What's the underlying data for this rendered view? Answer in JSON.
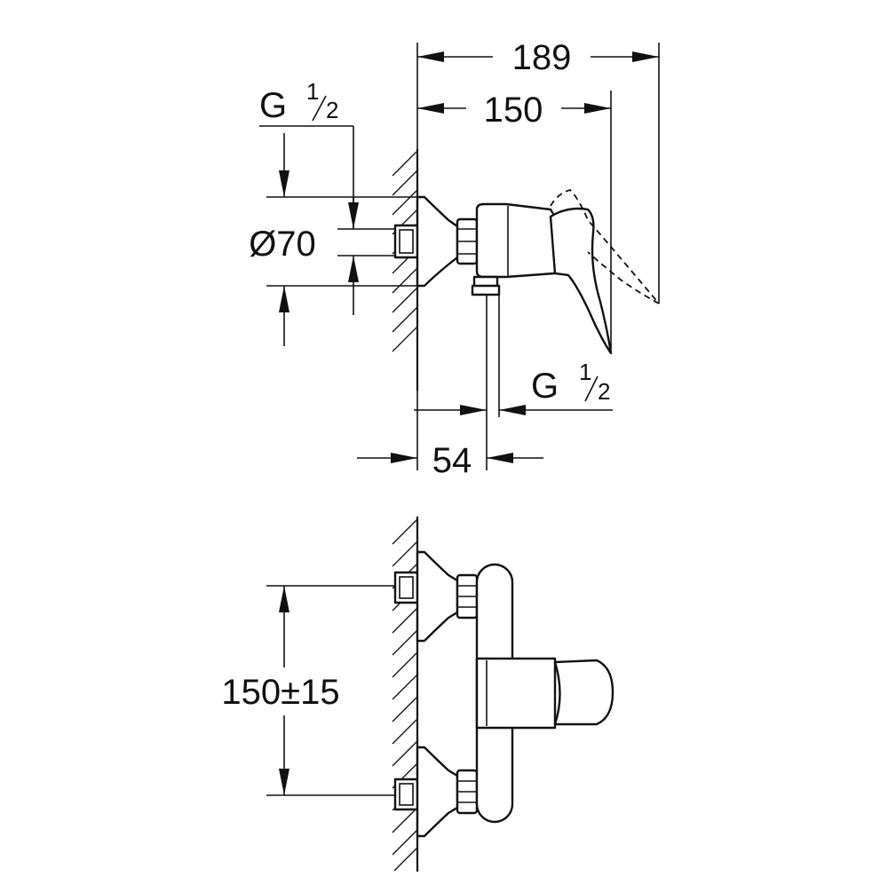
{
  "dimensions": {
    "overall_depth": "189",
    "lever_depth": "150",
    "inlet_thread": {
      "base": "G",
      "numerator": "1",
      "denominator": "2"
    },
    "outlet_thread": {
      "base": "G",
      "numerator": "1",
      "denominator": "2"
    },
    "wall_plate_diameter": "Ø70",
    "outlet_offset": "54",
    "inlet_spacing": "150±15"
  }
}
